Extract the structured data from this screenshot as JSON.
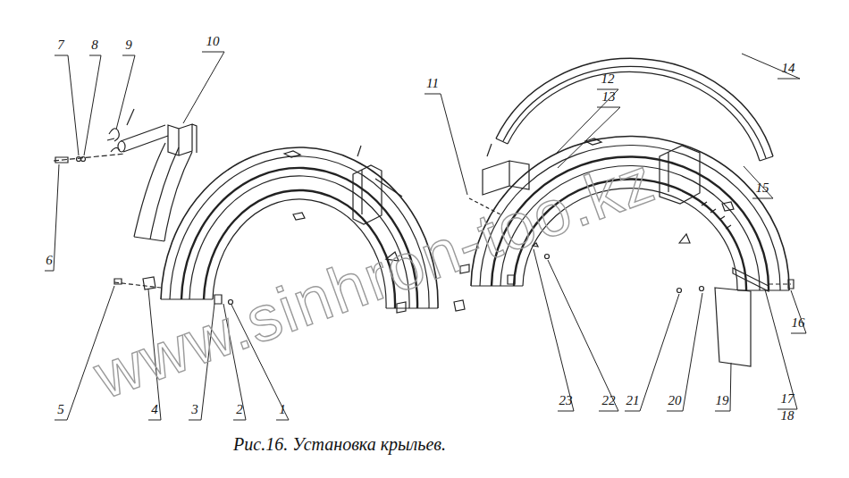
{
  "diagram": {
    "caption": "Рис.16. Установка крыльев.",
    "labels": [
      "7",
      "8",
      "9",
      "10",
      "6",
      "5",
      "4",
      "3",
      "2",
      "1",
      "11",
      "12",
      "13",
      "14",
      "15",
      "16",
      "17",
      "18",
      "19",
      "20",
      "21",
      "22",
      "23",
      "www.sinhron-too.kz"
    ]
  }
}
